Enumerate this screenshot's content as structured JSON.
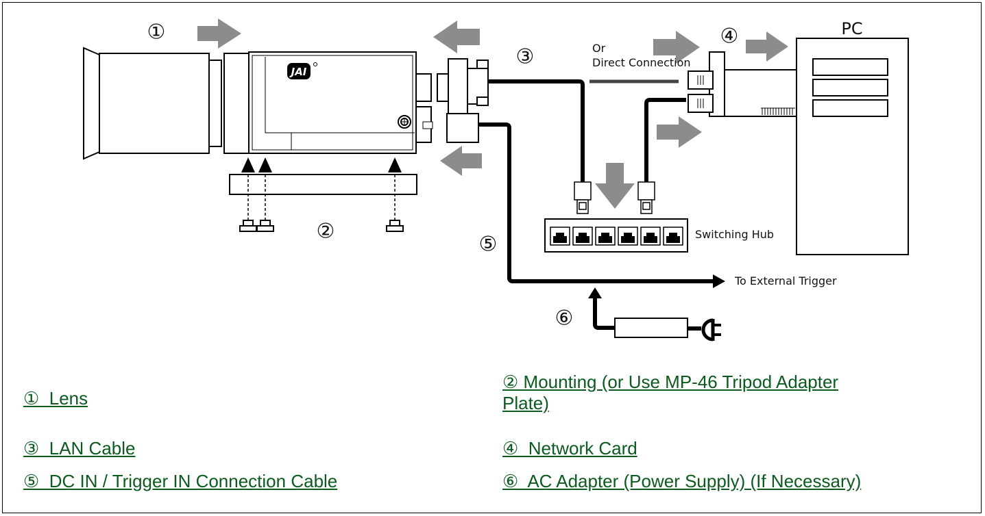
{
  "diagram": {
    "markers": {
      "m1": "①",
      "m2": "②",
      "m3": "③",
      "m4": "④",
      "m5": "⑤",
      "m6": "⑥"
    },
    "camera_logo": "JAI",
    "pc_label": "PC",
    "direct_connection": {
      "line1": "Or",
      "line2": "Direct Connection"
    },
    "switching_hub_label": "Switching Hub",
    "external_trigger_label": "To External Trigger",
    "arrow_color": "#8c8c8c",
    "cable_color": "#000000"
  },
  "legend": {
    "item1": "①  Lens",
    "item2": "②  Mounting (or Use MP-46 Tripod  Adapter Plate)",
    "item3": "③  LAN Cable",
    "item4": "④  Network Card",
    "item5": "⑤  DC IN / Trigger IN Connection Cable",
    "item6": "⑥  AC Adapter (Power Supply) (If Necessary)",
    "link_color": "#0b5a1e"
  }
}
